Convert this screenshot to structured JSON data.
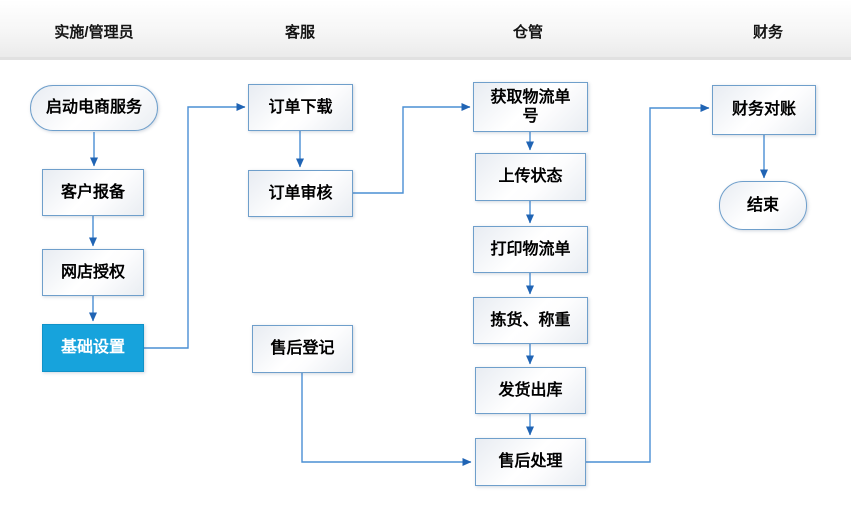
{
  "header": {
    "lanes": [
      {
        "label": "实施/管理员"
      },
      {
        "label": "客服"
      },
      {
        "label": "仓管"
      },
      {
        "label": "财务"
      }
    ]
  },
  "nodes": {
    "start": {
      "label": "启动电商服务",
      "shape": "terminator"
    },
    "customer_report": {
      "label": "客户报备",
      "shape": "process"
    },
    "shop_auth": {
      "label": "网店授权",
      "shape": "process"
    },
    "basic_setup": {
      "label": "基础设置",
      "shape": "process",
      "highlighted": true
    },
    "order_download": {
      "label": "订单下载",
      "shape": "process"
    },
    "order_review": {
      "label": "订单审核",
      "shape": "process"
    },
    "aftersales_register": {
      "label": "售后登记",
      "shape": "process"
    },
    "get_logistics_no": {
      "label": "获取物流单号",
      "shape": "process"
    },
    "upload_status": {
      "label": "上传状态",
      "shape": "process"
    },
    "print_logistics": {
      "label": "打印物流单",
      "shape": "process"
    },
    "pick_weigh": {
      "label": "拣货、称重",
      "shape": "process"
    },
    "ship_out": {
      "label": "发货出库",
      "shape": "process"
    },
    "aftersales_handle": {
      "label": "售后处理",
      "shape": "process"
    },
    "finance_reconcile": {
      "label": "财务对账",
      "shape": "process"
    },
    "end": {
      "label": "结束",
      "shape": "terminator"
    }
  },
  "flow": [
    "start -> customer_report",
    "customer_report -> shop_auth",
    "shop_auth -> basic_setup",
    "basic_setup -> order_download",
    "order_download -> order_review",
    "order_review -> get_logistics_no",
    "get_logistics_no -> upload_status",
    "upload_status -> print_logistics",
    "print_logistics -> pick_weigh",
    "pick_weigh -> ship_out",
    "ship_out -> aftersales_handle",
    "aftersales_register -> aftersales_handle",
    "aftersales_handle -> finance_reconcile",
    "finance_reconcile -> end"
  ],
  "colors": {
    "highlight_node_fill": "#17a3dc",
    "node_border": "#6f9fcb",
    "connector_line": "#4a8fd4",
    "arrowhead": "#2064b4",
    "header_gradient_bottom": "#ebebeb"
  }
}
